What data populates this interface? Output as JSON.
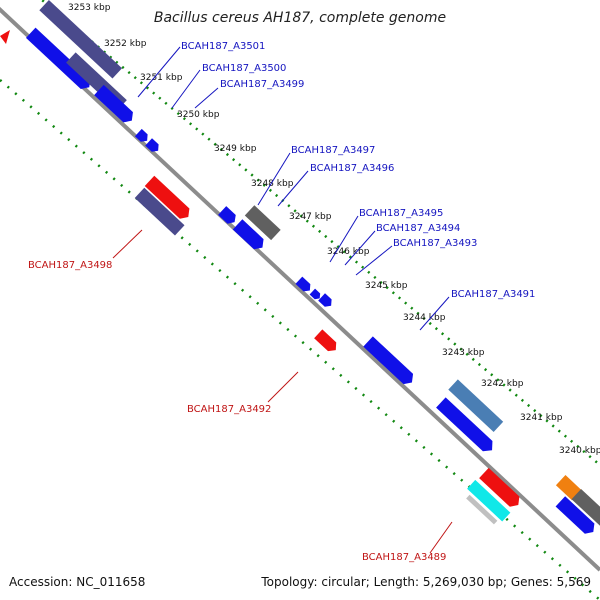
{
  "title": "Bacillus cereus AH187, complete genome",
  "accession": "Accession: NC_011658",
  "summary": "Topology: circular; Length: 5,269,030 bp; Genes: 5,569",
  "colors": {
    "dark_purple": "#4a4a8c",
    "blue": "#1010e8",
    "red": "#ee1010",
    "gray": "#606060",
    "steel": "#4a7eb4",
    "cyan": "#10e8e8",
    "orange": "#f08010",
    "light_gray": "#c0c0c0",
    "forward_label": "#1515c0",
    "reverse_label": "#c01515",
    "tick_dots": "#118811",
    "backbone": "#888888"
  },
  "ticks": [
    "3253 kbp",
    "3252 kbp",
    "3251 kbp",
    "3250 kbp",
    "3249 kbp",
    "3248 kbp",
    "3247 kbp",
    "3246 kbp",
    "3245 kbp",
    "3244 kbp",
    "3243 kbp",
    "3242 kbp",
    "3241 kbp",
    "3240 kbp"
  ],
  "forward_labels": [
    "BCAH187_A3501",
    "BCAH187_A3500",
    "BCAH187_A3499",
    "BCAH187_A3497",
    "BCAH187_A3496",
    "BCAH187_A3495",
    "BCAH187_A3494",
    "BCAH187_A3493",
    "BCAH187_A3491"
  ],
  "reverse_labels": [
    "BCAH187_A3498",
    "BCAH187_A3492",
    "BCAH187_A3489"
  ]
}
